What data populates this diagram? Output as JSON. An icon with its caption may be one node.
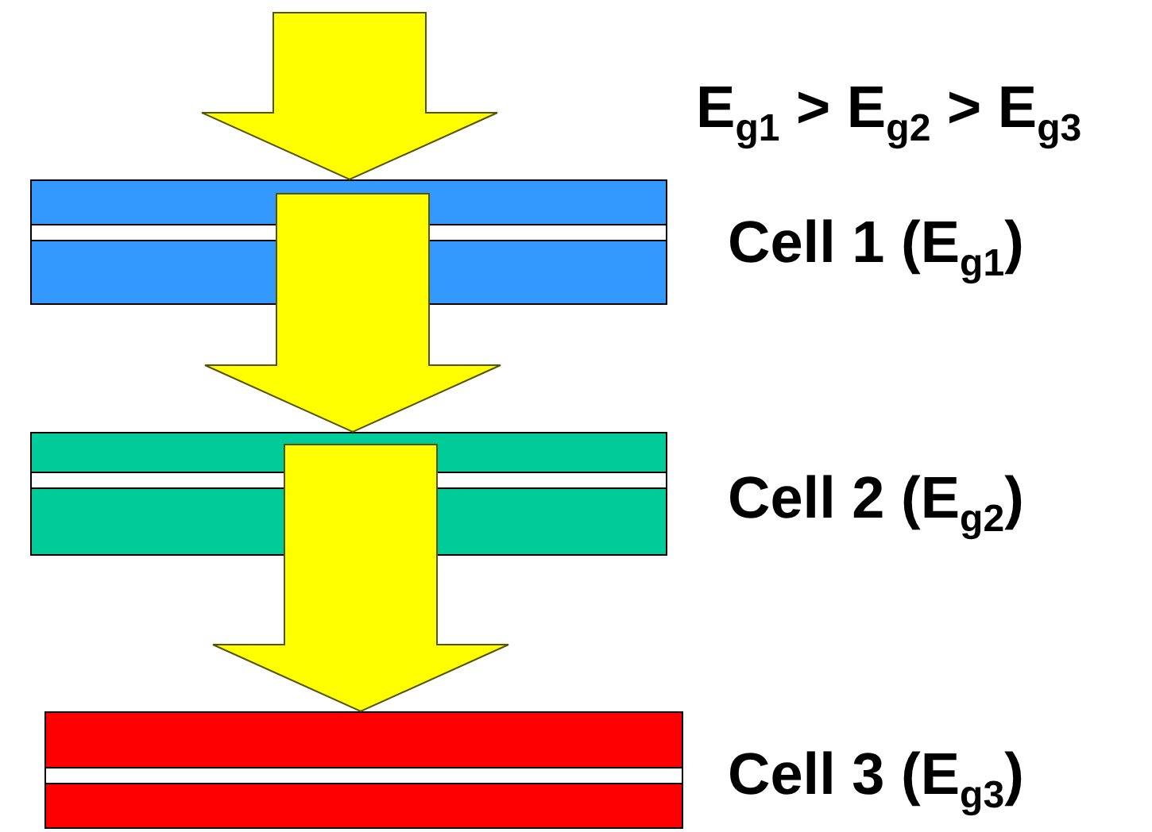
{
  "diagram": {
    "nodes": [
      {
        "text": [],
        "shape": "bar",
        "beside": [
          "Cell 1 (E$_{g1}$)"
        ]
      },
      {
        "text": [],
        "shape": "bar",
        "beside": [
          "Cell 2 (E$_{g2}$)"
        ]
      },
      {
        "text": [],
        "shape": "bar",
        "beside": [
          "Cell 3 (E$_{g3}$)"
        ]
      }
    ],
    "edges": [
      {
        "from": null,
        "to": 0,
        "arrow": "to",
        "color": "#ffff00"
      },
      {
        "from": 0,
        "to": 1,
        "arrow": "to",
        "color": "#ffff00"
      },
      {
        "from": 1,
        "to": 2,
        "arrow": "to",
        "color": "#ffff00"
      }
    ],
    "labels": [
      "E$_{g1}$ > E$_{g2}$ > E$_{g3}$"
    ]
  }
}
